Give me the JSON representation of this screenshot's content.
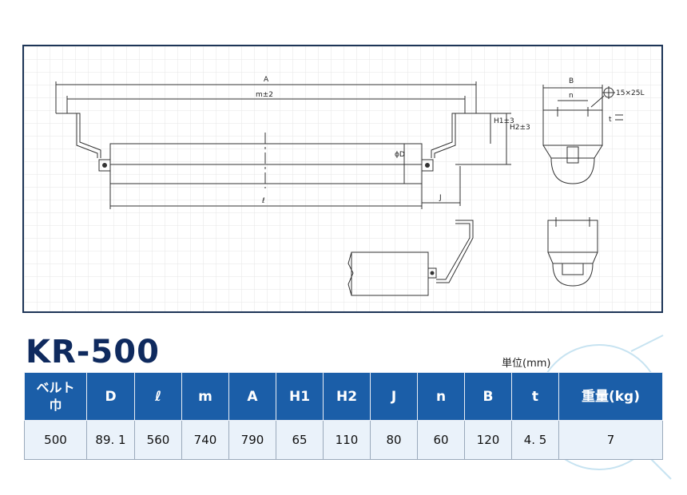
{
  "drawing": {
    "labels": {
      "A": "A",
      "m": "m±2",
      "H1": "H1±3",
      "H2": "H2±3",
      "D": "ϕD",
      "l": "ℓ",
      "J": "J",
      "B": "B",
      "n": "n",
      "hole": "15×25L",
      "t": "t"
    }
  },
  "product": {
    "model": "KR-500",
    "unit": "単位(mm)"
  },
  "table": {
    "headers": [
      "ベルト\n巾",
      "D",
      "ℓ",
      "m",
      "A",
      "H1",
      "H2",
      "J",
      "n",
      "B",
      "t",
      "重量(kg)"
    ],
    "rows": [
      [
        "500",
        "89. 1",
        "560",
        "740",
        "790",
        "65",
        "110",
        "80",
        "60",
        "120",
        "4. 5",
        "7"
      ]
    ]
  },
  "colors": {
    "header_bg": "#1b5ea8",
    "row_bg": "#eaf2fa",
    "title": "#0f2a5e",
    "frame": "#1d3557"
  }
}
